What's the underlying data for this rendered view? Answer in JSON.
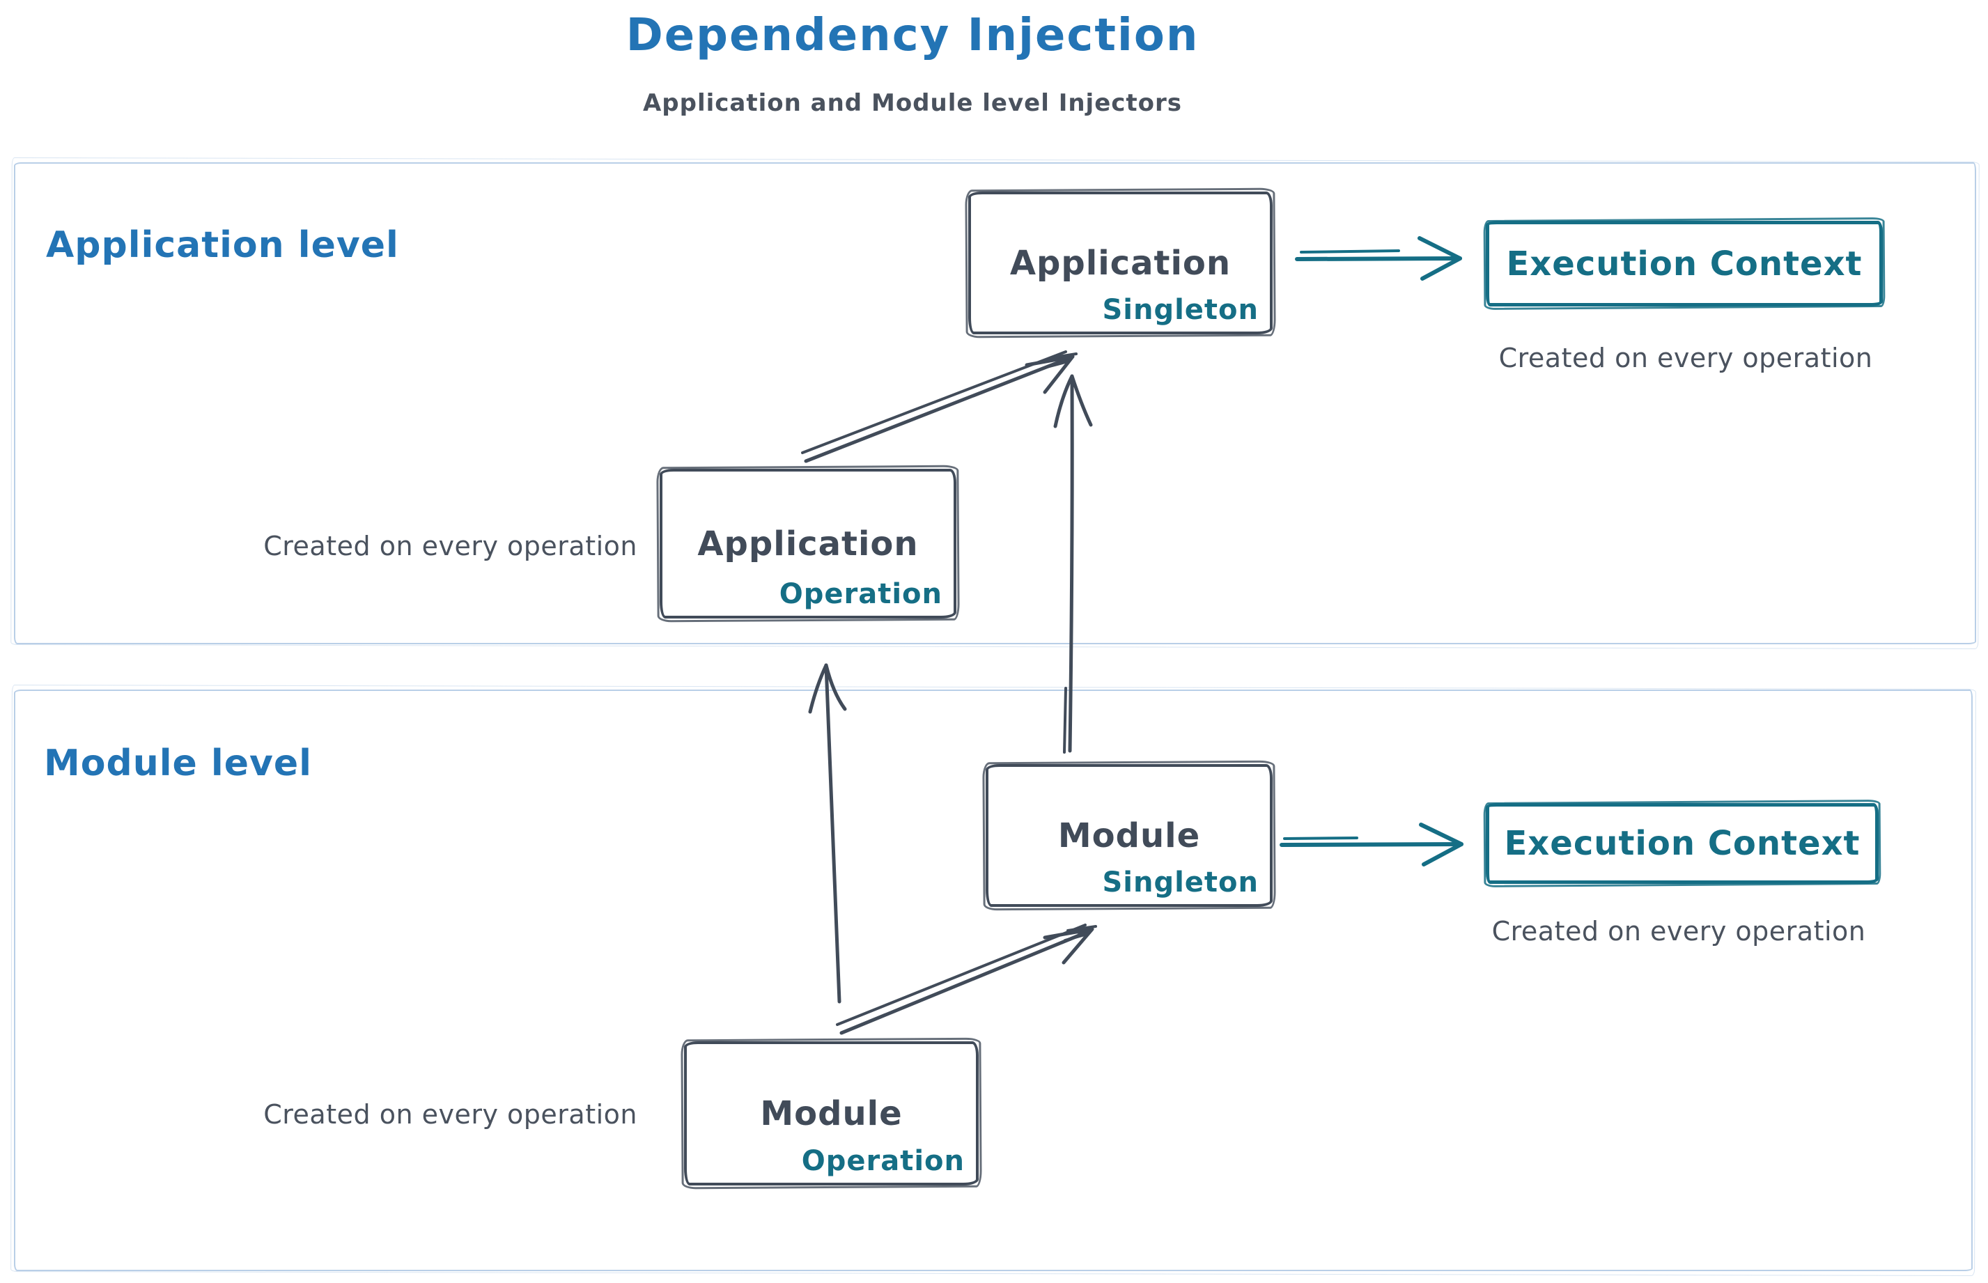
{
  "title": "Dependency Injection",
  "subtitle": "Application and Module level Injectors",
  "colors": {
    "blue": "#2374b5",
    "teal": "#156e85",
    "dark": "#414b59",
    "caption": "#4a525e",
    "container": "#b9cfe7"
  },
  "sections": {
    "application": {
      "label": "Application level"
    },
    "module": {
      "label": "Module level"
    }
  },
  "boxes": {
    "app_singleton": {
      "title": "Application",
      "badge": "Singleton"
    },
    "app_operation": {
      "title": "Application",
      "badge": "Operation"
    },
    "module_singleton": {
      "title": "Module",
      "badge": "Singleton"
    },
    "module_operation": {
      "title": "Module",
      "badge": "Operation"
    },
    "app_execution_context": {
      "label": "Execution Context"
    },
    "module_execution_context": {
      "label": "Execution Context"
    }
  },
  "captions": {
    "app_left": "Created on every operation",
    "app_right": "Created on every operation",
    "module_left": "Created on every operation",
    "module_right": "Created on every operation"
  }
}
